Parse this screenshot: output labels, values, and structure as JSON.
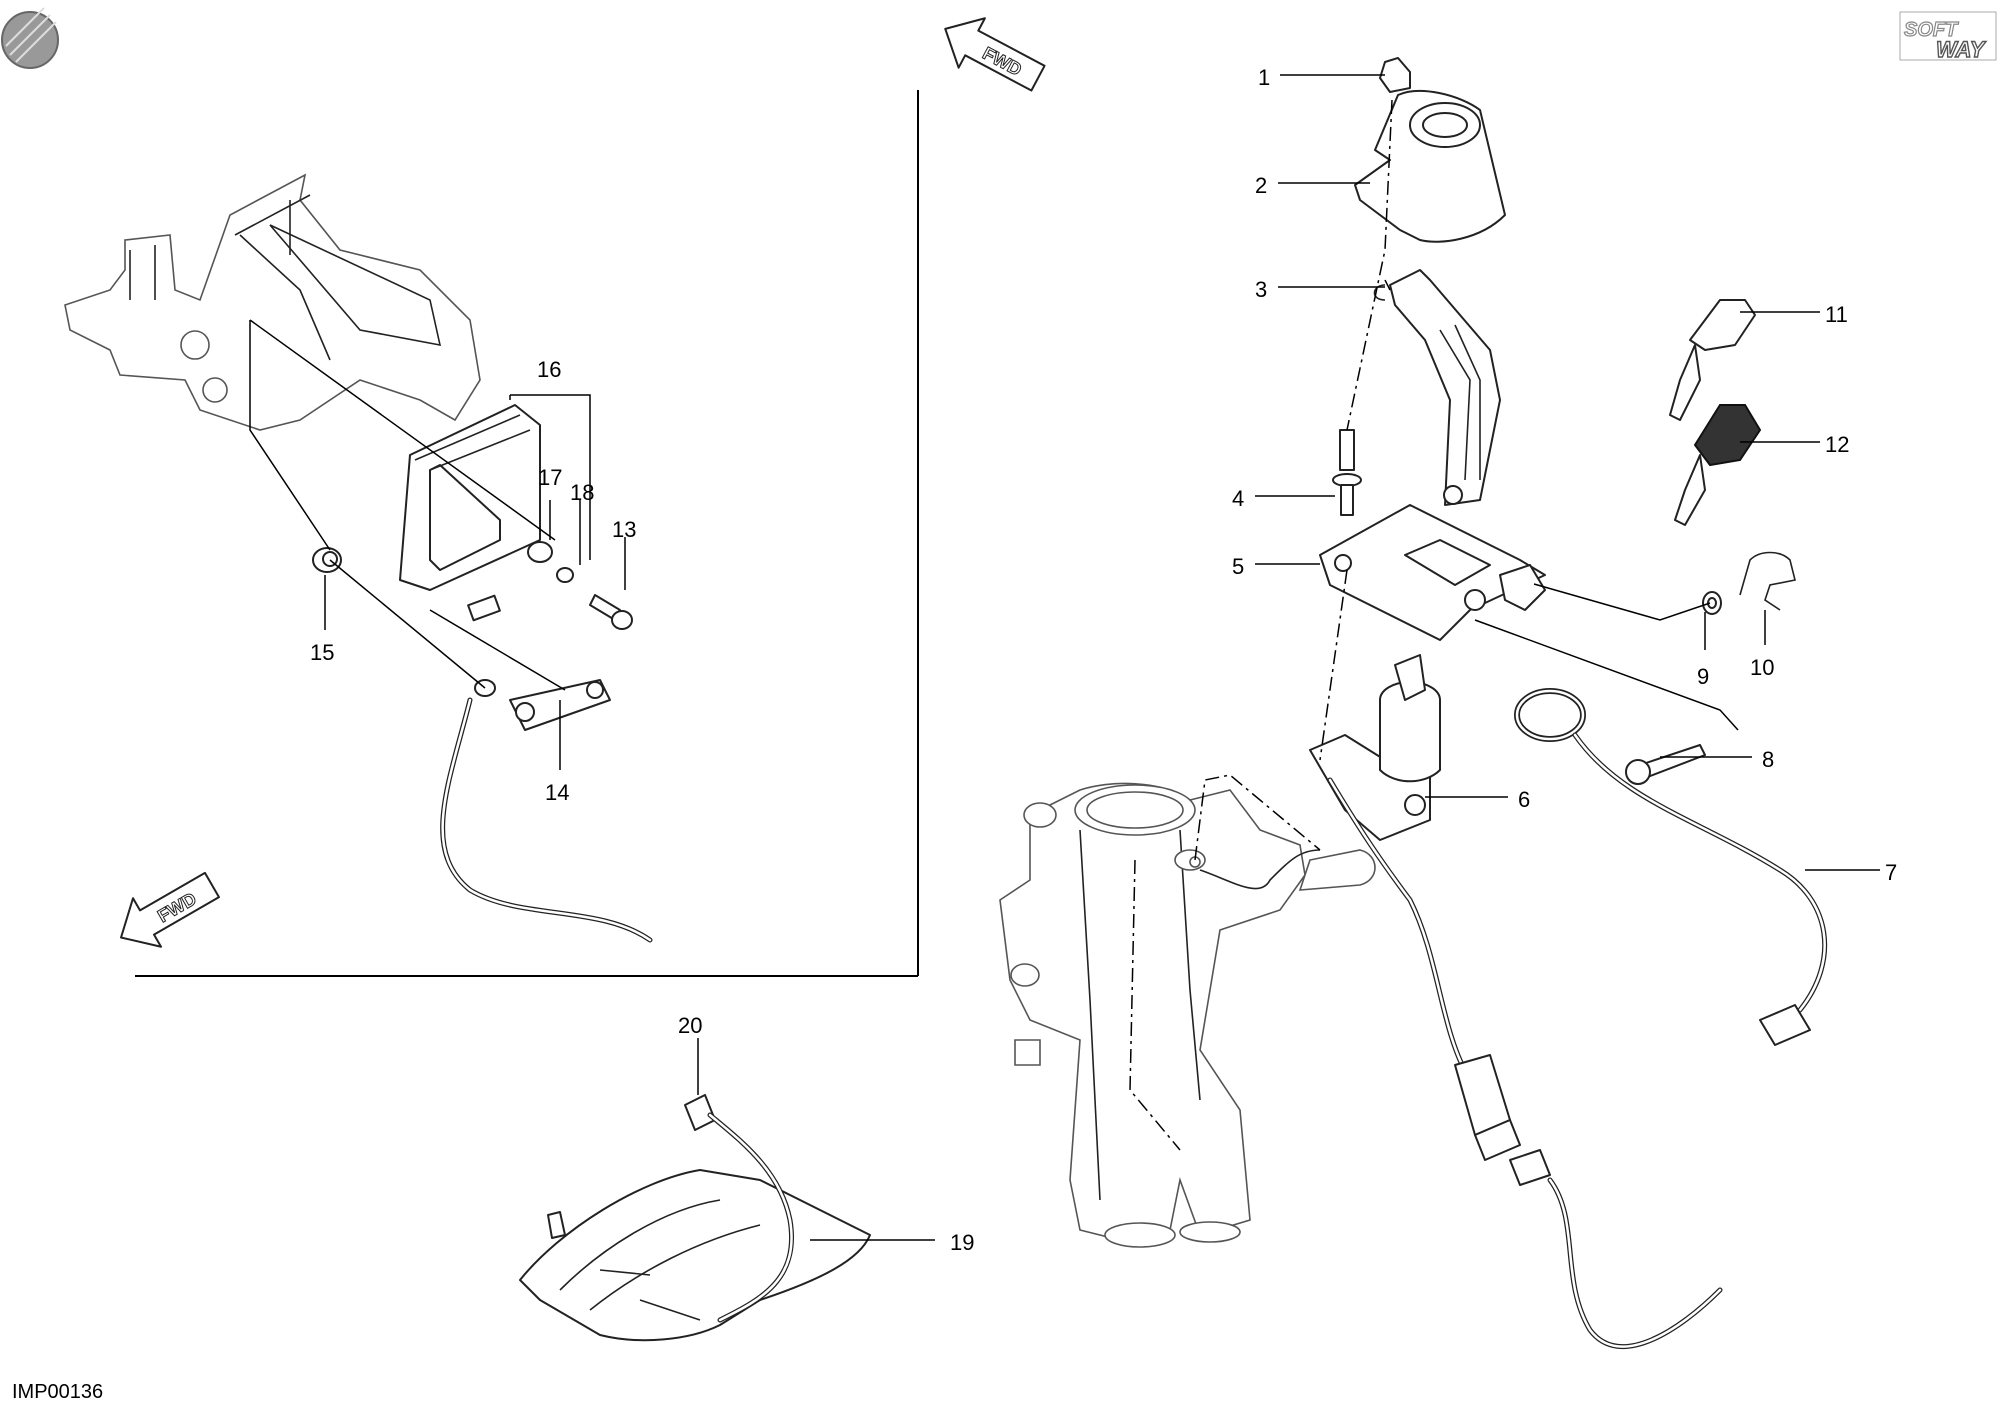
{
  "drawing_code": "IMP00136",
  "brand": {
    "logo_text_line1": "SOFT",
    "logo_text_line2": "WAY"
  },
  "direction_arrows": [
    {
      "text": "FWD"
    },
    {
      "text": "FWD"
    }
  ],
  "callouts": [
    {
      "id": "callout-1",
      "number": "1"
    },
    {
      "id": "callout-2",
      "number": "2"
    },
    {
      "id": "callout-3",
      "number": "3"
    },
    {
      "id": "callout-4",
      "number": "4"
    },
    {
      "id": "callout-5",
      "number": "5"
    },
    {
      "id": "callout-6",
      "number": "6"
    },
    {
      "id": "callout-7",
      "number": "7"
    },
    {
      "id": "callout-8",
      "number": "8"
    },
    {
      "id": "callout-9",
      "number": "9"
    },
    {
      "id": "callout-10",
      "number": "10"
    },
    {
      "id": "callout-11",
      "number": "11"
    },
    {
      "id": "callout-12",
      "number": "12"
    },
    {
      "id": "callout-13",
      "number": "13"
    },
    {
      "id": "callout-14",
      "number": "14"
    },
    {
      "id": "callout-15",
      "number": "15"
    },
    {
      "id": "callout-16",
      "number": "16"
    },
    {
      "id": "callout-17",
      "number": "17"
    },
    {
      "id": "callout-18",
      "number": "18"
    },
    {
      "id": "callout-19",
      "number": "19"
    },
    {
      "id": "callout-20",
      "number": "20"
    }
  ]
}
